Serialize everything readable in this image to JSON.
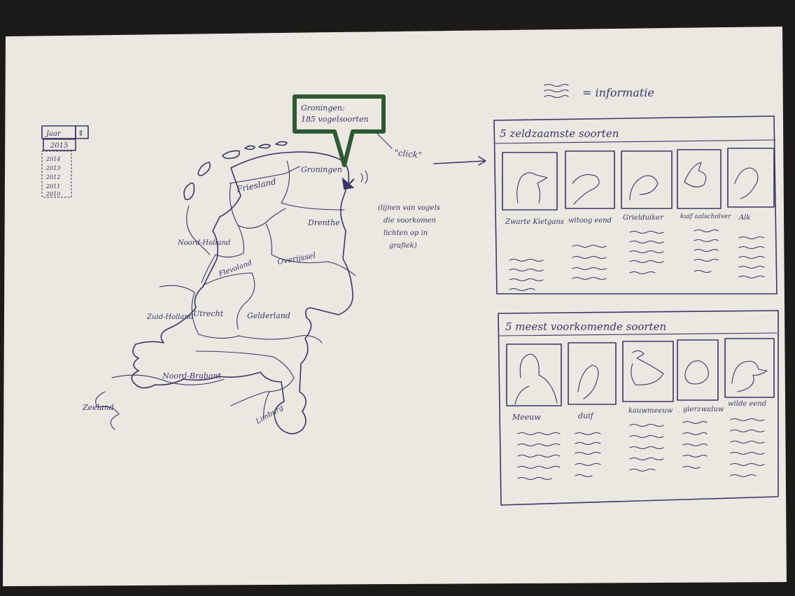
{
  "year_selector": {
    "label": "Jaar",
    "selected": "2015",
    "options": [
      "2014",
      "2013",
      "2012",
      "2011",
      "2010"
    ]
  },
  "map": {
    "provinces": [
      "Friesland",
      "Groningen",
      "Drenthe",
      "Noord-Holland",
      "Flevoland",
      "Overijssel",
      "Zuid-Holland",
      "Utrecht",
      "Gelderland",
      "Noord-Brabant",
      "Zeeland",
      "Limburg"
    ]
  },
  "tooltip": {
    "line1": "Groningen:",
    "line2": "185 vogelsoorten"
  },
  "click_note": "\"click\"",
  "side_note": [
    "(lijnen van vogels",
    "die voorkomen",
    "lichten op in",
    "grafiek)"
  ],
  "legend": {
    "equals_label": "= informatie"
  },
  "rare_panel": {
    "title": "5 zeldzaamste soorten",
    "birds": [
      "Zwarte Kietgans",
      "witoog eend",
      "Grielduiker",
      "kuif aalscholver",
      "Alk"
    ]
  },
  "common_panel": {
    "title": "5 meest voorkomende soorten",
    "birds": [
      "Meeuw",
      "duif",
      "kauwmeeuw",
      "gierzwaluw",
      "wilde eend"
    ]
  }
}
